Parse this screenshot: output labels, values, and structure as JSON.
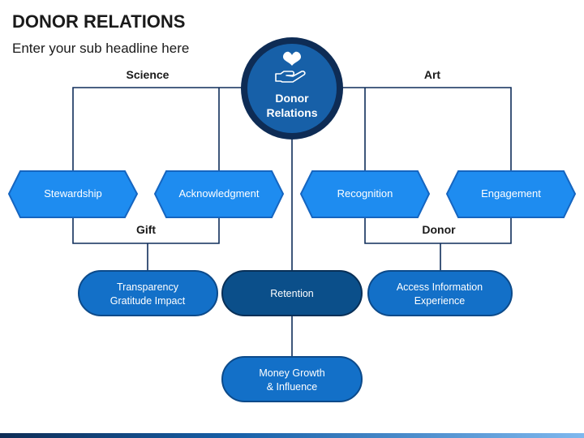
{
  "title": "DONOR RELATIONS",
  "subtitle": "Enter your sub headline here",
  "center": {
    "line1": "Donor",
    "line2": "Relations",
    "icon": "heart-hand-icon"
  },
  "groups": {
    "science": "Science",
    "art": "Art",
    "gift": "Gift",
    "donor": "Donor"
  },
  "hexagons": {
    "stewardship": "Stewardship",
    "acknowledgment": "Acknowledgment",
    "recognition": "Recognition",
    "engagement": "Engagement"
  },
  "pills": {
    "transparency": {
      "line1": "Transparency",
      "line2": "Gratitude Impact"
    },
    "retention": {
      "line1": "Retention"
    },
    "access": {
      "line1": "Access Information",
      "line2": "Experience"
    },
    "money": {
      "line1": "Money Growth",
      "line2": "& Influence"
    }
  },
  "colors": {
    "hex_fill": "#1e8cf0",
    "hex_stroke": "#1565c0",
    "pill_fill": "#1370c8",
    "pill_stroke": "#0c4a8a",
    "retention_fill": "#0b4f8a",
    "center_outer": "#0e2c55",
    "center_inner": "#1760a8",
    "line": "#0f2d5a"
  }
}
